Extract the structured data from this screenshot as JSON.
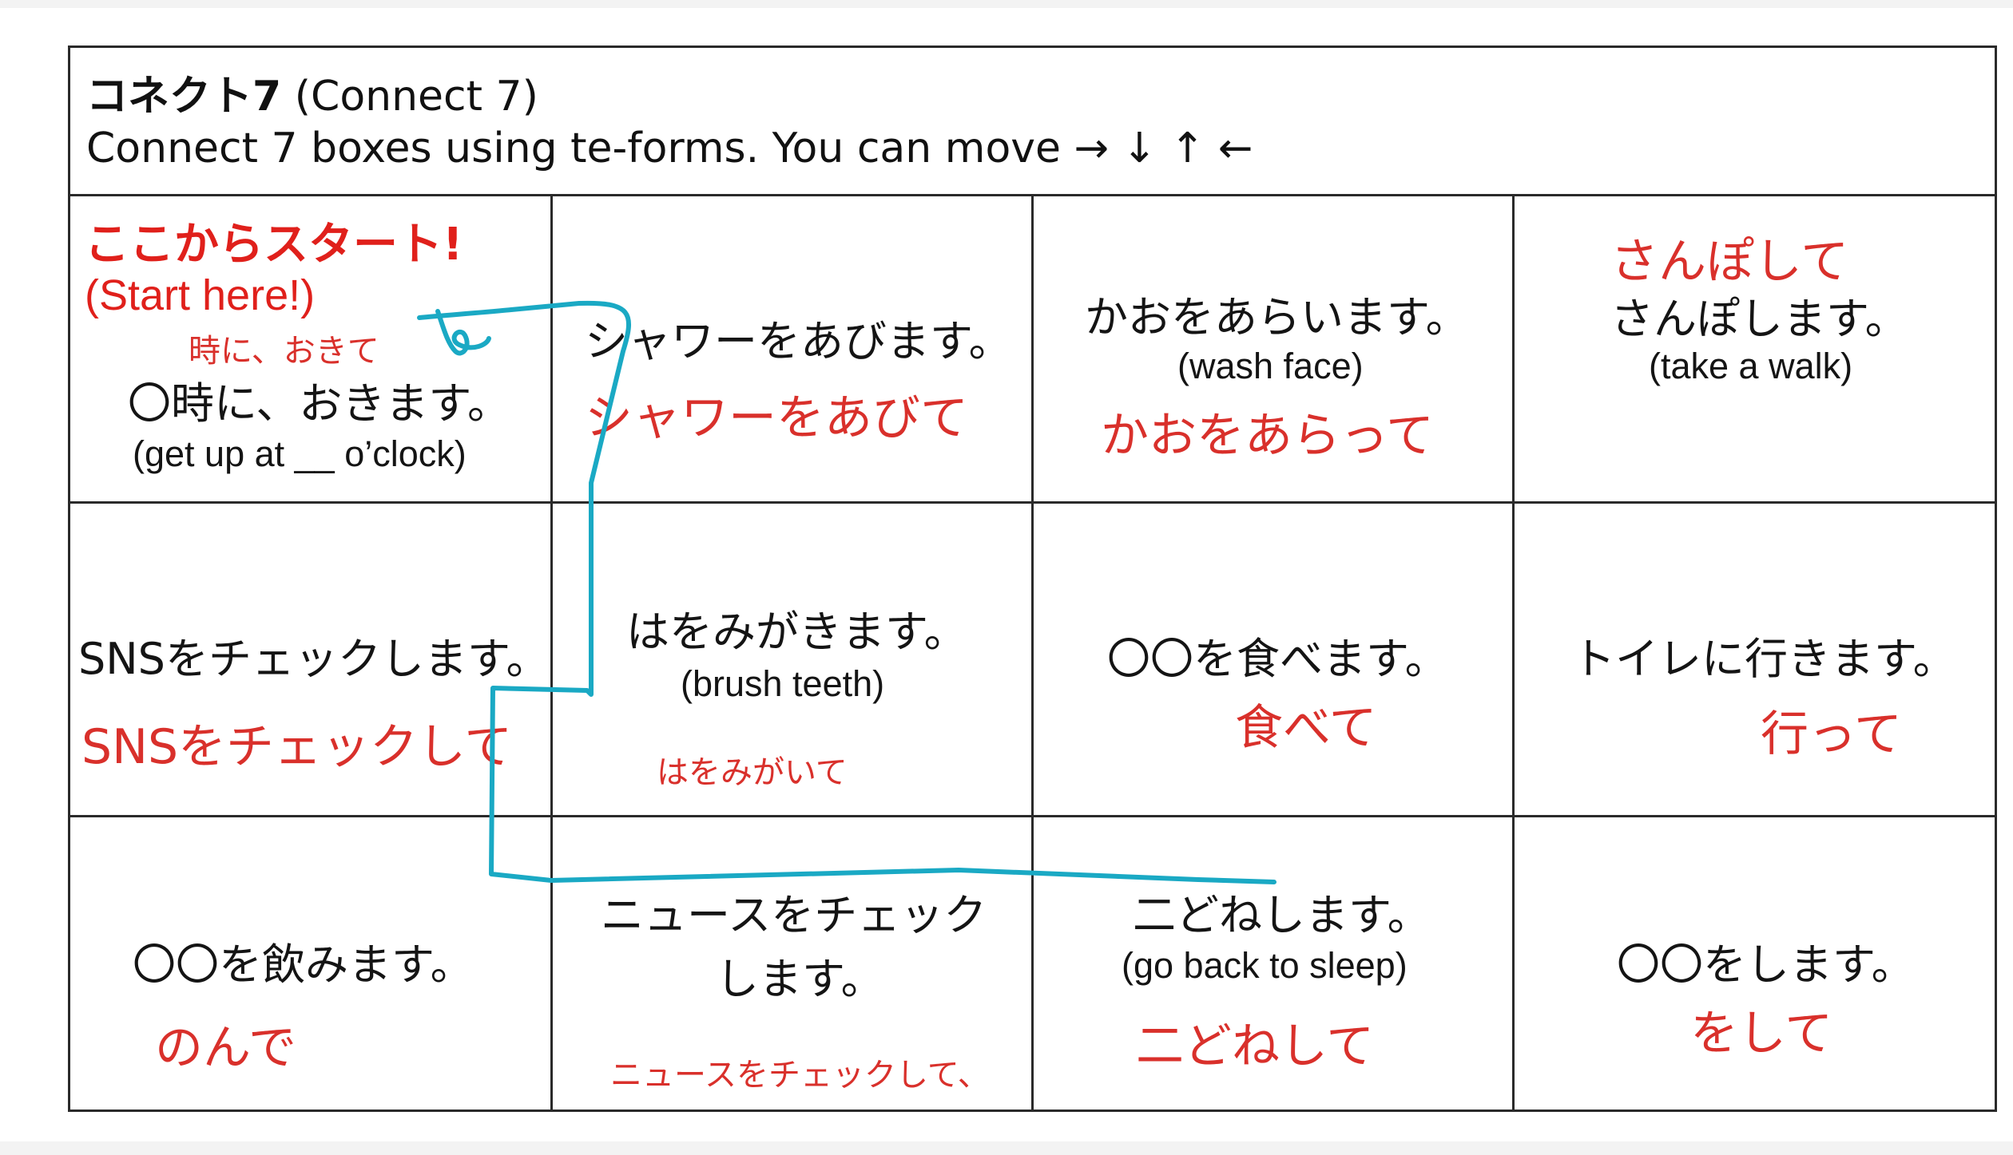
{
  "header": {
    "title_jp": "コネクト7",
    "title_en": "(Connect 7)",
    "instruction": "Connect 7 boxes using te-forms. You can move → ↓  ↑  ←"
  },
  "cells": {
    "r1c1": {
      "start_jp": "ここからスタート!",
      "start_en": "(Start here!)",
      "note": "時に、おきて",
      "main": "〇時に、おきます。",
      "english": "(get up at __ o’clock)"
    },
    "r1c2": {
      "main": "シャワーをあびます。",
      "answer": "シャワーをあびて"
    },
    "r1c3": {
      "main": "かおをあらいます。",
      "english": "(wash face)",
      "answer": "かおをあらって"
    },
    "r1c4": {
      "answer": "さんぽして",
      "main": "さんぽします。",
      "english": "(take a walk)"
    },
    "r2c1": {
      "main": "SNSをチェックします。",
      "answer": "SNSをチェックして"
    },
    "r2c2": {
      "main": "はをみがきます。",
      "english": "(brush teeth)",
      "answer": "はをみがいて"
    },
    "r2c3": {
      "main": "〇〇を食べます。",
      "answer": "食べて"
    },
    "r2c4": {
      "main": "トイレに行きます。",
      "answer": "行って"
    },
    "r3c1": {
      "main": "〇〇を飲みます。",
      "answer": "のんで"
    },
    "r3c2": {
      "main_line1": "ニュースをチェック",
      "main_line2": "します。",
      "answer": "ニュースをチェックして、"
    },
    "r3c3": {
      "main": "二どねします。",
      "english": "(go back to sleep)",
      "answer": "二どねして"
    },
    "r3c4": {
      "main": "〇〇をします。",
      "answer": "をして"
    }
  },
  "colors": {
    "answer_red": "#d9302b",
    "path_line": "#1aa9c4",
    "grid_line": "#2a2a2a"
  }
}
